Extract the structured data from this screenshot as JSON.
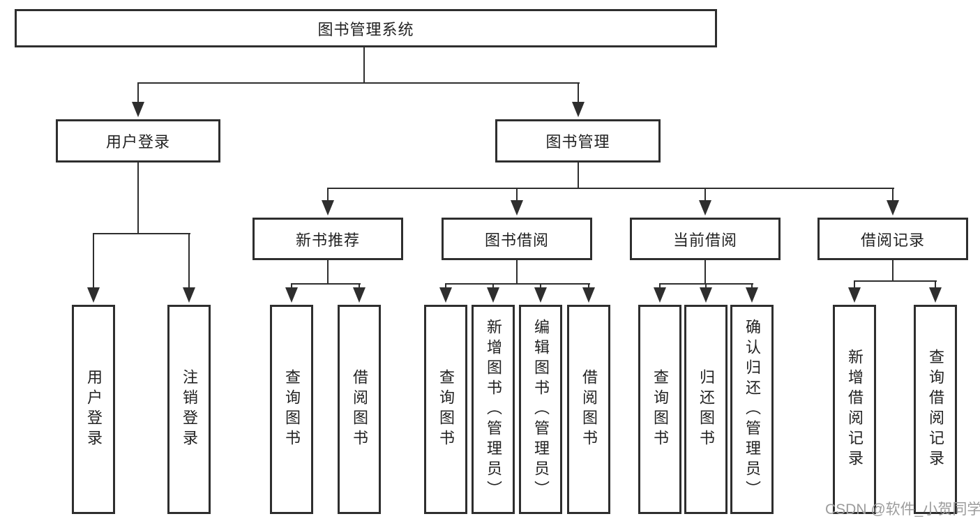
{
  "diagram": {
    "title": "图书管理系统",
    "branches": {
      "user_login": {
        "label": "用户登录",
        "children": [
          "用户登录",
          "注销登录"
        ]
      },
      "book_management": {
        "label": "图书管理",
        "sections": {
          "new_book": {
            "label": "新书推荐",
            "children": [
              "查询图书",
              "借阅图书"
            ]
          },
          "borrow": {
            "label": "图书借阅",
            "children": [
              "查询图书",
              "新增图书（管理员）",
              "编辑图书（管理员）",
              "借阅图书"
            ]
          },
          "current": {
            "label": "当前借阅",
            "children": [
              "查询图书",
              "归还图书",
              "确认归还（管理员）"
            ]
          },
          "records": {
            "label": "借阅记录",
            "children": [
              "新增借阅记录",
              "查询借阅记录"
            ]
          }
        }
      }
    }
  },
  "watermark": {
    "text": "CSDN @软件_小贺同学",
    "color": "#9c9c9c"
  },
  "colors": {
    "line": "#2e2e2e",
    "text": "#222222",
    "background": "#ffffff"
  }
}
